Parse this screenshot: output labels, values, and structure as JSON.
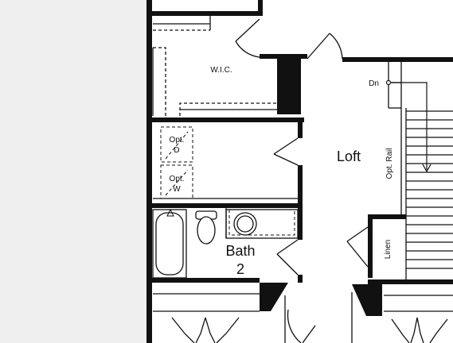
{
  "labels": {
    "wic": "W.I.C.",
    "opt_d_1": "Opt.",
    "opt_d_2": "D",
    "opt_w_1": "Opt.",
    "opt_w_2": "W",
    "loft": "Loft",
    "opt_rail": "Opt. Rail",
    "dn": "Dn",
    "bath": "Bath",
    "bath_num": "2",
    "linen": "Linen"
  }
}
